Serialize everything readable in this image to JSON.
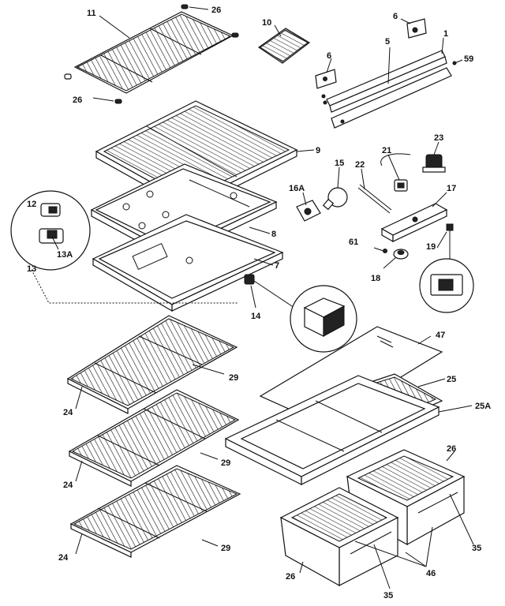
{
  "labels": {
    "l11": "11",
    "l26a": "26",
    "l26b": "26",
    "l10": "10",
    "l6a": "6",
    "l6b": "6",
    "l5": "5",
    "l1": "1",
    "l59": "59",
    "l9": "9",
    "l16a": "16A",
    "l15": "15",
    "l22": "22",
    "l21": "21",
    "l23": "23",
    "l17": "17",
    "l12": "12",
    "l13a": "13A",
    "l13": "13",
    "l8": "8",
    "l61": "61",
    "l19": "19",
    "l7": "7",
    "l18": "18",
    "l14": "14",
    "l47": "47",
    "l29a": "29",
    "l24a": "24",
    "l25": "25",
    "l25a": "25A",
    "l29b": "29",
    "l24b": "24",
    "l26c": "26",
    "l29c": "29",
    "l24c": "24",
    "l35a": "35",
    "l26d": "26",
    "l46": "46",
    "l35b": "35"
  },
  "colors": {
    "ink": "#111111",
    "paper": "#ffffff"
  }
}
